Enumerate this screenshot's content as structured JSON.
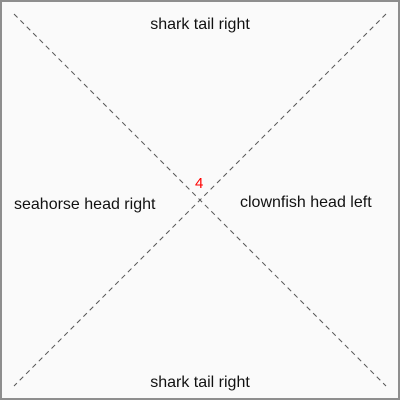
{
  "labels": {
    "top": "shark tail right",
    "bottom": "shark tail right",
    "left": "seahorse head right",
    "right": "clownfish head left"
  },
  "center_marker": "4",
  "colors": {
    "border": "#8e8e8e",
    "background": "#fafafa",
    "diagonal_lines": "#555555",
    "marker": "#ff0000",
    "text": "#111111"
  }
}
